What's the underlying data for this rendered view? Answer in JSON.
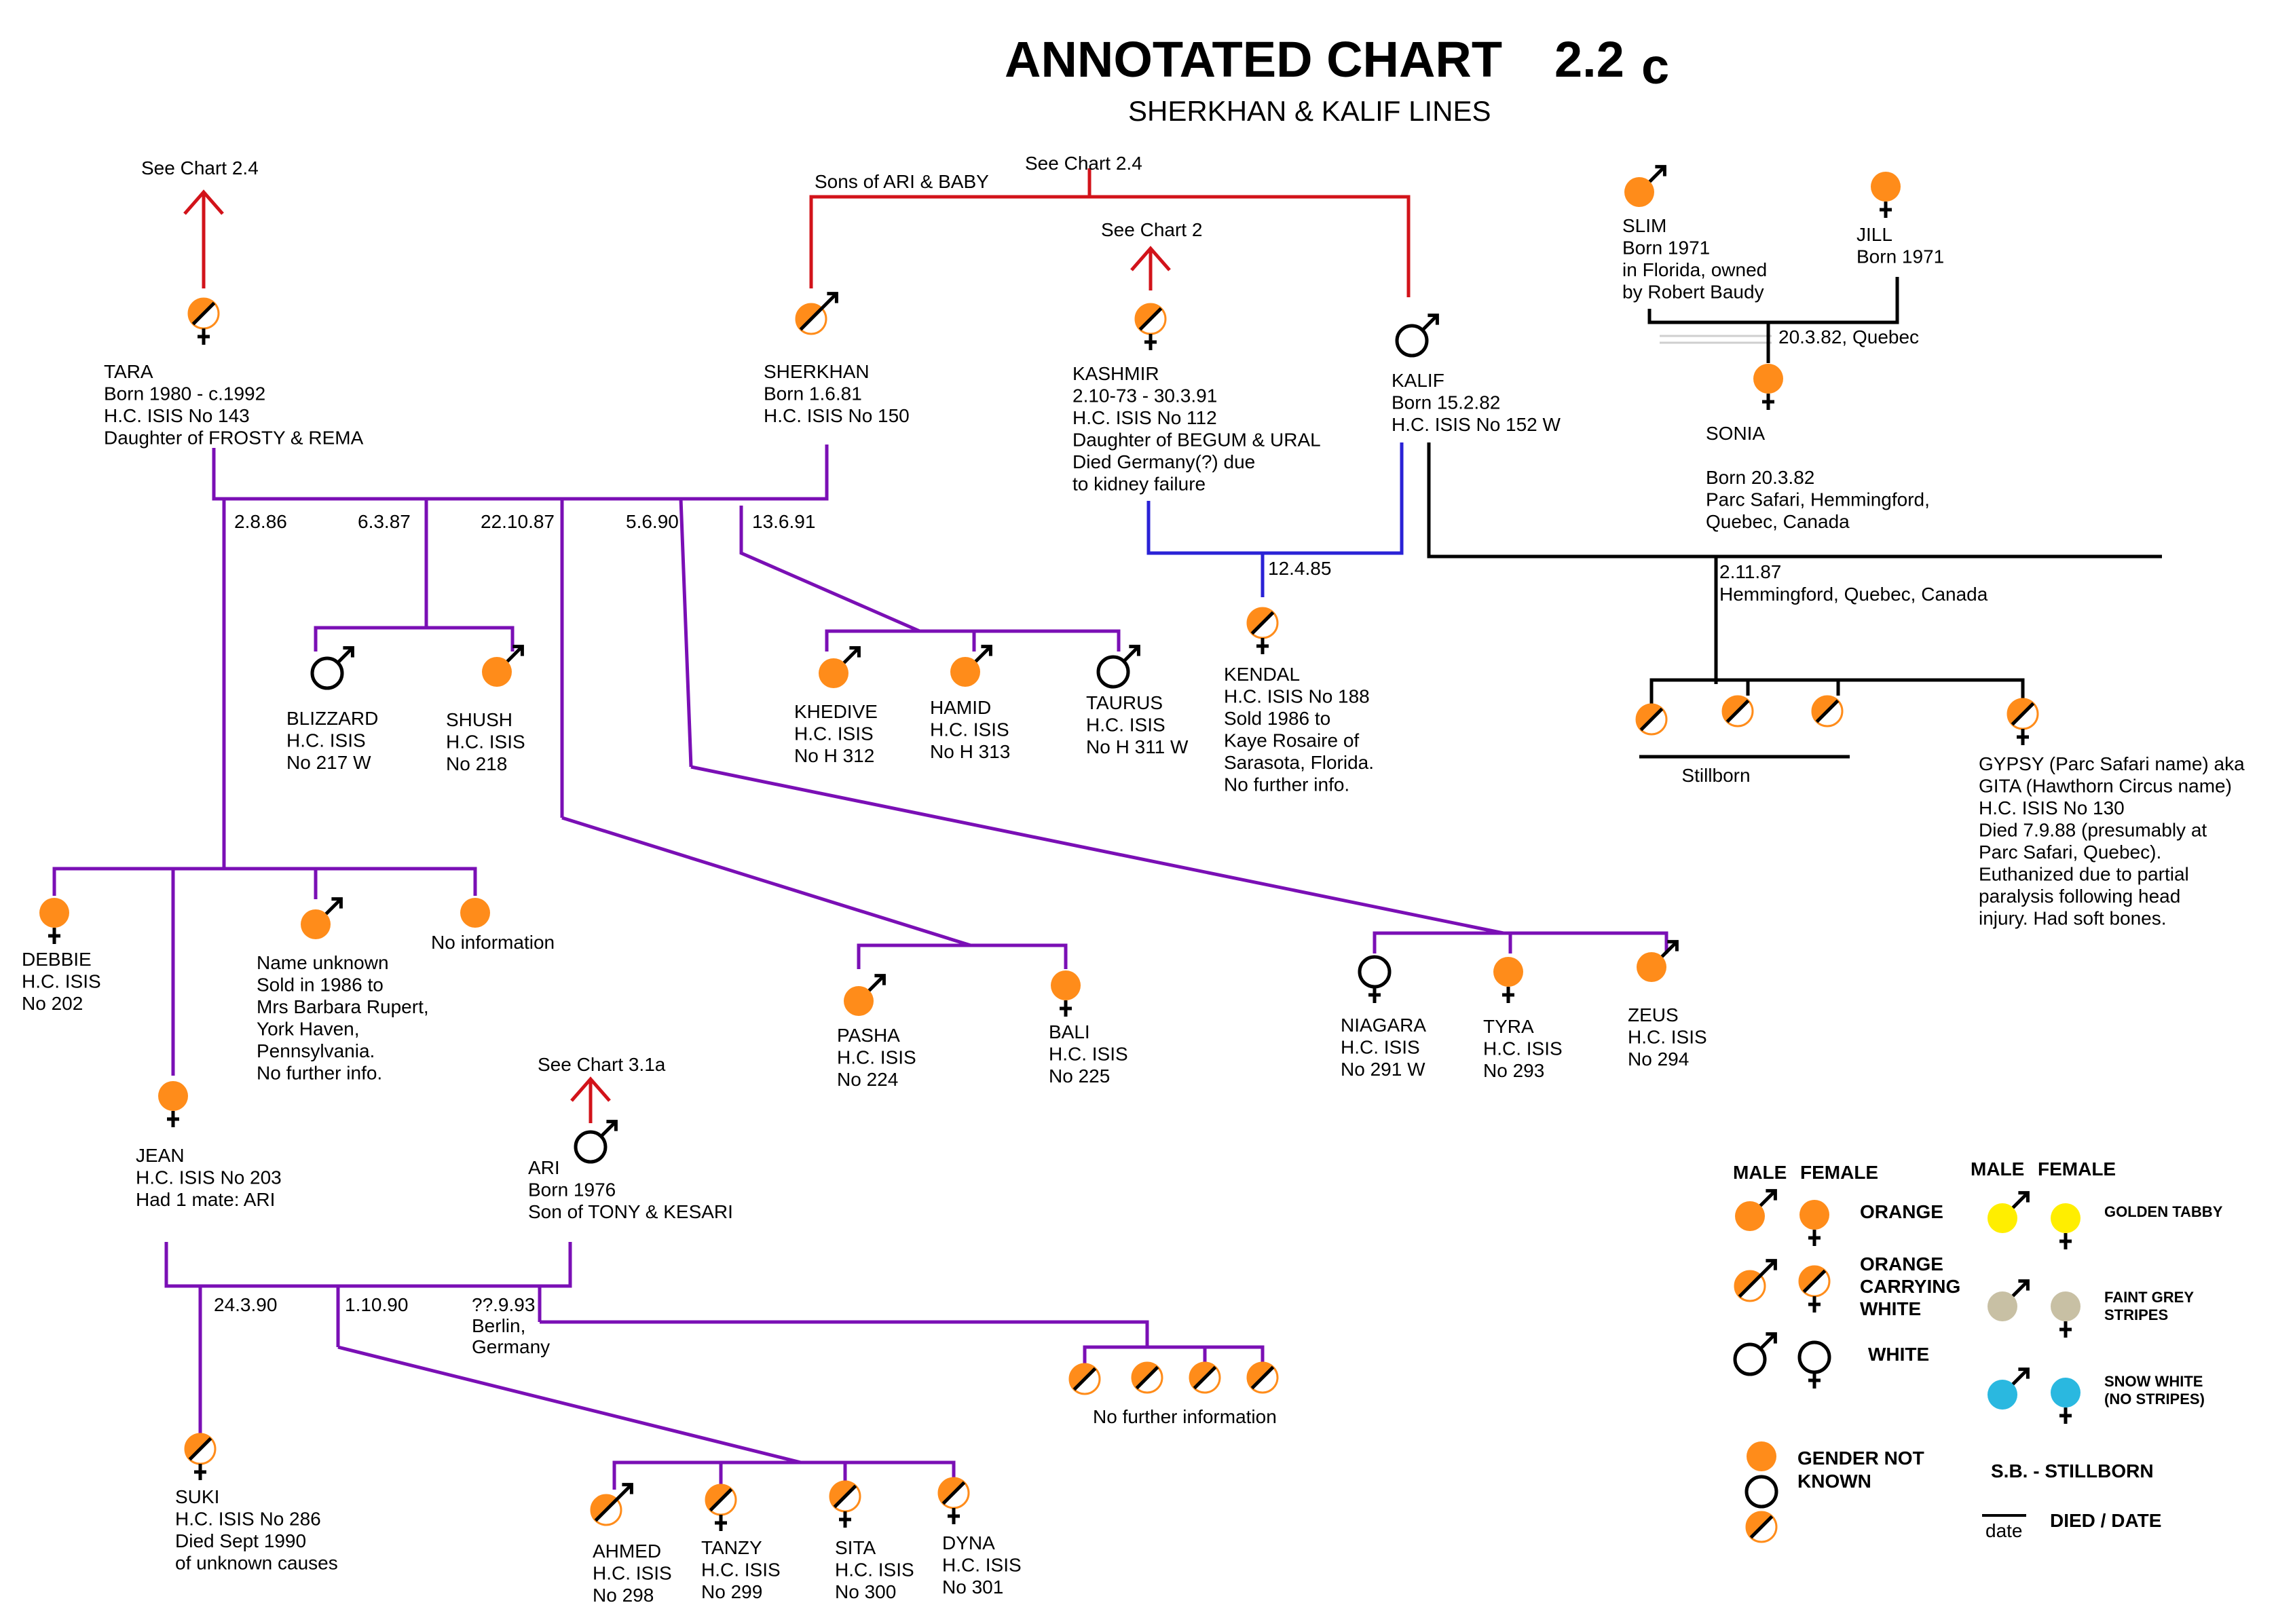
{
  "title": {
    "main": "ANNOTATED CHART",
    "number": "2.2",
    "suffix": "c",
    "subtitle": "SHERKHAN & KALIF LINES"
  },
  "colors": {
    "orange": "#ff8c1a",
    "line_purple": "#7a0fb5",
    "line_red": "#d2131a",
    "line_blue": "#2a22d6",
    "golden_tabby": "#ffee00",
    "faint_grey": "#c8c0a4",
    "snow_white": "#2ab8e0"
  },
  "references": {
    "tara_chart": "See Chart 2.4",
    "sons_chart": "See Chart 2.4",
    "sons_label": "Sons of ARI & BABY",
    "kashmir_chart": "See Chart 2",
    "ari_chart": "See Chart 3.1a"
  },
  "individuals": {
    "tara": {
      "symbol": "orange-carrying-white-female",
      "lines": [
        "TARA",
        "Born 1980 - c.1992",
        "H.C. ISIS No 143",
        "Daughter of FROSTY & REMA"
      ]
    },
    "sherkhan": {
      "symbol": "orange-carrying-white-male",
      "lines": [
        "SHERKHAN",
        "Born 1.6.81",
        "H.C. ISIS No 150"
      ]
    },
    "kashmir": {
      "symbol": "orange-carrying-white-female",
      "lines": [
        "KASHMIR",
        "2.10-73 - 30.3.91",
        "H.C. ISIS No 112",
        "Daughter of BEGUM & URAL",
        "Died Germany(?) due",
        "to kidney failure"
      ]
    },
    "kalif": {
      "symbol": "white-male",
      "lines": [
        "KALIF",
        "Born 15.2.82",
        "H.C. ISIS No 152 W"
      ]
    },
    "slim": {
      "symbol": "orange-male",
      "lines": [
        "SLIM",
        "Born 1971",
        "in Florida, owned",
        "by Robert Baudy"
      ]
    },
    "jill": {
      "symbol": "orange-female",
      "lines": [
        "JILL",
        "Born 1971"
      ]
    },
    "sonia": {
      "symbol": "orange-female",
      "lines": [
        "SONIA",
        "",
        "Born 20.3.82",
        "Parc Safari, Hemmingford,",
        "Quebec, Canada"
      ]
    },
    "blizzard": {
      "symbol": "white-male",
      "lines": [
        "BLIZZARD",
        "H.C. ISIS",
        "No 217 W"
      ]
    },
    "shush": {
      "symbol": "orange-male",
      "lines": [
        "SHUSH",
        "H.C. ISIS",
        "No 218"
      ]
    },
    "khedive": {
      "symbol": "orange-male",
      "lines": [
        "KHEDIVE",
        "H.C. ISIS",
        "No H 312"
      ]
    },
    "hamid": {
      "symbol": "orange-male",
      "lines": [
        "HAMID",
        "H.C. ISIS",
        "No H 313"
      ]
    },
    "taurus": {
      "symbol": "white-male",
      "lines": [
        "TAURUS",
        "H.C. ISIS",
        "No H 311 W"
      ]
    },
    "kendal": {
      "symbol": "orange-carrying-white-female",
      "lines": [
        "KENDAL",
        "H.C. ISIS No 188",
        "Sold 1986 to",
        "Kaye Rosaire of",
        "Sarasota, Florida.",
        "No further info."
      ]
    },
    "gypsy": {
      "symbol": "orange-carrying-white-female",
      "lines": [
        "GYPSY (Parc Safari name) aka",
        "GITA (Hawthorn Circus name)",
        "H.C. ISIS No 130",
        "Died 7.9.88 (presumably at",
        "Parc Safari, Quebec).",
        "Euthanized due to partial",
        "paralysis following head",
        "injury.  Had soft bones."
      ]
    },
    "debbie": {
      "symbol": "orange-female",
      "lines": [
        "DEBBIE",
        "H.C. ISIS",
        "No 202"
      ]
    },
    "name_unknown": {
      "symbol": "orange-male",
      "lines": [
        "Name unknown",
        "Sold in 1986 to",
        "Mrs Barbara Rupert,",
        "York Haven,",
        "Pennsylvania.",
        "No further info."
      ]
    },
    "no_information": {
      "symbol": "orange-unknown",
      "lines": [
        "No information"
      ]
    },
    "pasha": {
      "symbol": "orange-male",
      "lines": [
        "PASHA",
        "H.C. ISIS",
        "No 224"
      ]
    },
    "bali": {
      "symbol": "orange-female",
      "lines": [
        "BALI",
        "H.C. ISIS",
        "No 225"
      ]
    },
    "niagara": {
      "symbol": "white-female",
      "lines": [
        "NIAGARA",
        "H.C. ISIS",
        "No 291 W"
      ]
    },
    "tyra": {
      "symbol": "orange-female",
      "lines": [
        "TYRA",
        "H.C. ISIS",
        "No 293"
      ]
    },
    "zeus": {
      "symbol": "orange-male",
      "lines": [
        "ZEUS",
        "H.C. ISIS",
        "No 294"
      ]
    },
    "jean": {
      "symbol": "orange-female",
      "lines": [
        "JEAN",
        "H.C. ISIS No 203",
        "Had 1 mate: ARI"
      ]
    },
    "ari": {
      "symbol": "white-male",
      "lines": [
        "ARI",
        "Born 1976",
        "Son of TONY & KESARI"
      ]
    },
    "suki": {
      "symbol": "orange-carrying-white-female",
      "lines": [
        "SUKI",
        "H.C. ISIS No 286",
        "Died Sept 1990",
        "of unknown causes"
      ]
    },
    "ahmed": {
      "symbol": "orange-carrying-white-male",
      "lines": [
        "AHMED",
        "H.C. ISIS",
        "No 298"
      ]
    },
    "tanzy": {
      "symbol": "orange-carrying-white-female",
      "lines": [
        "TANZY",
        "H.C. ISIS",
        "No 299"
      ]
    },
    "sita": {
      "symbol": "orange-carrying-white-female",
      "lines": [
        "SITA",
        "H.C. ISIS",
        "No 300"
      ]
    },
    "dyna": {
      "symbol": "orange-carrying-white-female",
      "lines": [
        "DYNA",
        "H.C. ISIS",
        "No 301"
      ]
    }
  },
  "litter_dates": {
    "d_2_8_86": "2.8.86",
    "d_6_3_87": "6.3.87",
    "d_22_10_87": "22.10.87",
    "d_5_6_90": "5.6.90",
    "d_13_6_91": "13.6.91",
    "d_12_4_85": "12.4.85",
    "d_2_11_87": "2.11.87",
    "d_2_11_87_place": "Hemmingford, Quebec, Canada",
    "d_20_3_82": "20.3.82, Quebec",
    "d_24_3_90": "24.3.90",
    "d_1_10_90": "1.10.90",
    "d_9_93": "??.9.93",
    "d_9_93_place1": "Berlin,",
    "d_9_93_place2": "Germany"
  },
  "groups": {
    "stillborn": "Stillborn",
    "no_further_information": "No further information"
  },
  "legend": {
    "male": "MALE",
    "female": "FEMALE",
    "orange": "ORANGE",
    "orange_carrying_white": [
      "ORANGE",
      "CARRYING",
      "WHITE"
    ],
    "white": "WHITE",
    "gender_not_known": [
      "GENDER NOT",
      "KNOWN"
    ],
    "male2": "MALE",
    "female2": "FEMALE",
    "golden_tabby": "GOLDEN TABBY",
    "faint_grey_stripes": [
      "FAINT GREY",
      "STRIPES"
    ],
    "snow_white": [
      "SNOW WHITE",
      "(NO STRIPES)"
    ],
    "stillborn": "S.B.  - STILLBORN",
    "date": "date",
    "died_date": "DIED / DATE"
  }
}
